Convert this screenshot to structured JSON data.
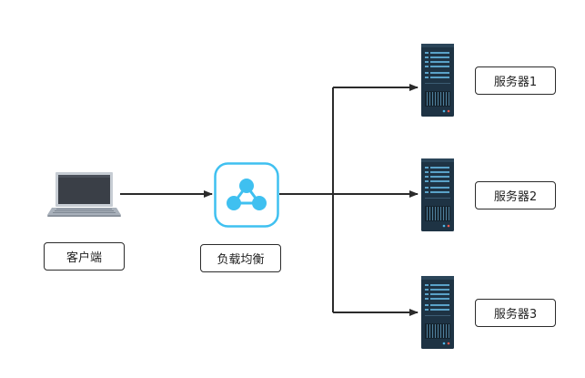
{
  "nodes": {
    "client": {
      "label": "客户端",
      "icon": "laptop-icon"
    },
    "load_balancer": {
      "label": "负载均衡",
      "icon": "load-balancer-icon"
    },
    "servers": [
      {
        "label": "服务器1",
        "icon": "server-icon"
      },
      {
        "label": "服务器2",
        "icon": "server-icon"
      },
      {
        "label": "服务器3",
        "icon": "server-icon"
      }
    ]
  },
  "edges": [
    {
      "from": "client",
      "to": "load_balancer"
    },
    {
      "from": "load_balancer",
      "to": "servers.0"
    },
    {
      "from": "load_balancer",
      "to": "servers.1"
    },
    {
      "from": "load_balancer",
      "to": "servers.2"
    }
  ],
  "colors": {
    "edge": "#2b2b2b",
    "lb_accent": "#3fc0f0",
    "server_body": "#1e3344",
    "server_stripe": "#5aa2c8",
    "laptop_screen": "#3a3f47",
    "laptop_body": "#a9b1bb"
  }
}
